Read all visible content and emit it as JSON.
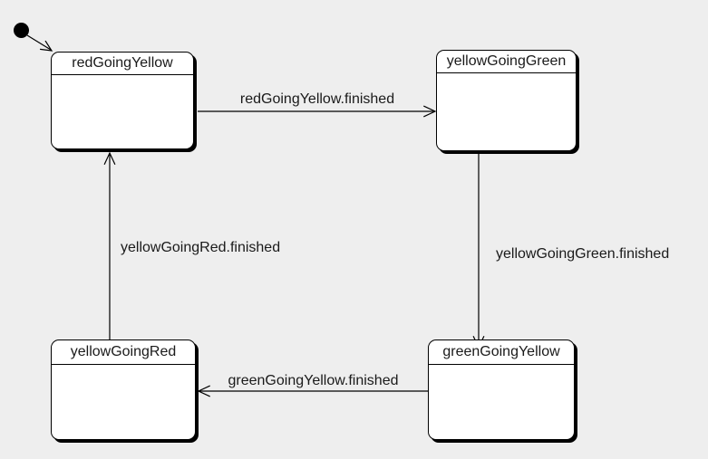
{
  "diagram_type": "uml-state-machine",
  "states": [
    {
      "name": "redGoingYellow"
    },
    {
      "name": "yellowGoingGreen"
    },
    {
      "name": "greenGoingYellow"
    },
    {
      "name": "yellowGoingRed"
    }
  ],
  "transitions": [
    {
      "from": "initial",
      "to": "redGoingYellow",
      "label": ""
    },
    {
      "from": "redGoingYellow",
      "to": "yellowGoingGreen",
      "label": "redGoingYellow.finished"
    },
    {
      "from": "yellowGoingGreen",
      "to": "greenGoingYellow",
      "label": "yellowGoingGreen.finished"
    },
    {
      "from": "greenGoingYellow",
      "to": "yellowGoingRed",
      "label": "greenGoingYellow.finished"
    },
    {
      "from": "yellowGoingRed",
      "to": "redGoingYellow",
      "label": "yellowGoingRed.finished"
    }
  ],
  "colors": {
    "background": "#eeeeee",
    "state_fill": "#ffffff",
    "stroke": "#000000",
    "text": "#1a1a1a"
  }
}
